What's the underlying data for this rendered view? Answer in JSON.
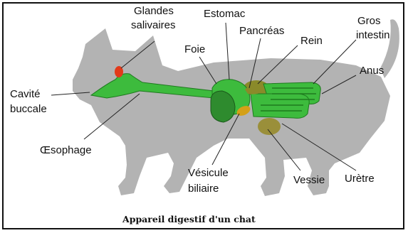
{
  "diagram": {
    "caption": "Appareil digestif d'un chat",
    "labels": {
      "glandes_salivaires_1": "Glandes",
      "glandes_salivaires_2": "salivaires",
      "estomac": "Estomac",
      "pancreas": "Pancréas",
      "rein": "Rein",
      "gros_intestin_1": "Gros",
      "gros_intestin_2": "intestin",
      "foie": "Foie",
      "anus": "Anus",
      "cavite_buccale_1": "Cavité",
      "cavite_buccale_2": "buccale",
      "oesophage": "Œsophage",
      "vesicule_biliaire_1": "Vésicule",
      "vesicule_biliaire_2": "biliaire",
      "vessie": "Vessie",
      "uretre": "Urètre"
    },
    "colors": {
      "cat_body": "#b3b3b3",
      "digestive_green": "#3dbb3d",
      "liver_dark_green": "#2e8b2e",
      "salivary_gland": "#e23a1a",
      "kidney_olive": "#8a8a2a",
      "gallbladder_gold": "#d4a017",
      "bladder_olive": "#9a8f3a"
    }
  }
}
